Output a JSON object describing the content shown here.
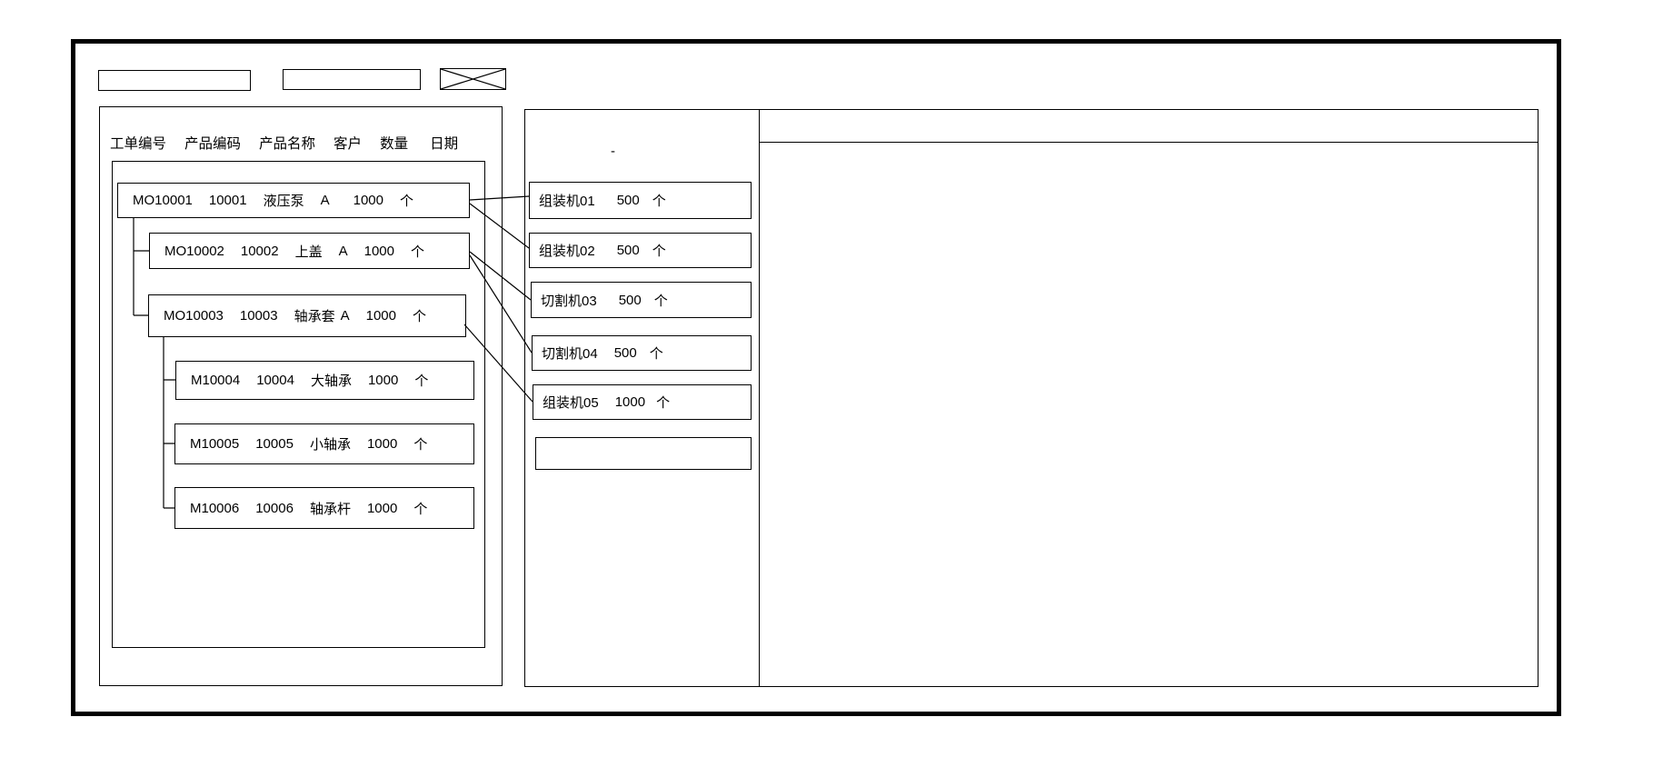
{
  "window": {
    "toolbar": {
      "field1_value": "",
      "field2_value": ""
    }
  },
  "left_panel": {
    "columns": [
      "工单编号",
      "产品编码",
      "产品名称",
      "客户",
      "数量",
      "日期"
    ],
    "orders": [
      {
        "order_no": "MO10001",
        "product_code": "10001",
        "product_name": "液压泵",
        "customer": "A",
        "qty": "1000",
        "unit": "个"
      },
      {
        "order_no": "MO10002",
        "product_code": "10002",
        "product_name": "上盖",
        "customer": "A",
        "qty": "1000",
        "unit": "个"
      },
      {
        "order_no": "MO10003",
        "product_code": "10003",
        "product_name": "轴承套",
        "customer": "A",
        "qty": "1000",
        "unit": "个"
      },
      {
        "order_no": "M10004",
        "product_code": "10004",
        "product_name": "大轴承",
        "customer": "",
        "qty": "1000",
        "unit": "个"
      },
      {
        "order_no": "M10005",
        "product_code": "10005",
        "product_name": "小轴承",
        "customer": "",
        "qty": "1000",
        "unit": "个"
      },
      {
        "order_no": "M10006",
        "product_code": "10006",
        "product_name": "轴承杆",
        "customer": "",
        "qty": "1000",
        "unit": "个"
      }
    ]
  },
  "middle_panel": {
    "title_placeholder": "-",
    "machines": [
      {
        "name": "组装机01",
        "qty": "500",
        "unit": "个"
      },
      {
        "name": "组装机02",
        "qty": "500",
        "unit": "个"
      },
      {
        "name": "切割机03",
        "qty": "500",
        "unit": "个"
      },
      {
        "name": "切割机04",
        "qty": "500",
        "unit": "个"
      },
      {
        "name": "组装机05",
        "qty": "1000",
        "unit": "个"
      },
      {
        "name": "",
        "qty": "",
        "unit": ""
      }
    ]
  },
  "right_panel": {
    "content": ""
  },
  "connections": [
    {
      "from": "MO10001",
      "to": "组装机01"
    },
    {
      "from": "MO10001",
      "to": "组装机02"
    },
    {
      "from": "MO10002",
      "to": "切割机03"
    },
    {
      "from": "MO10002",
      "to": "切割机04"
    },
    {
      "from": "MO10003",
      "to": "组装机05"
    }
  ],
  "colors": {
    "line": "#000000",
    "background": "#ffffff"
  }
}
